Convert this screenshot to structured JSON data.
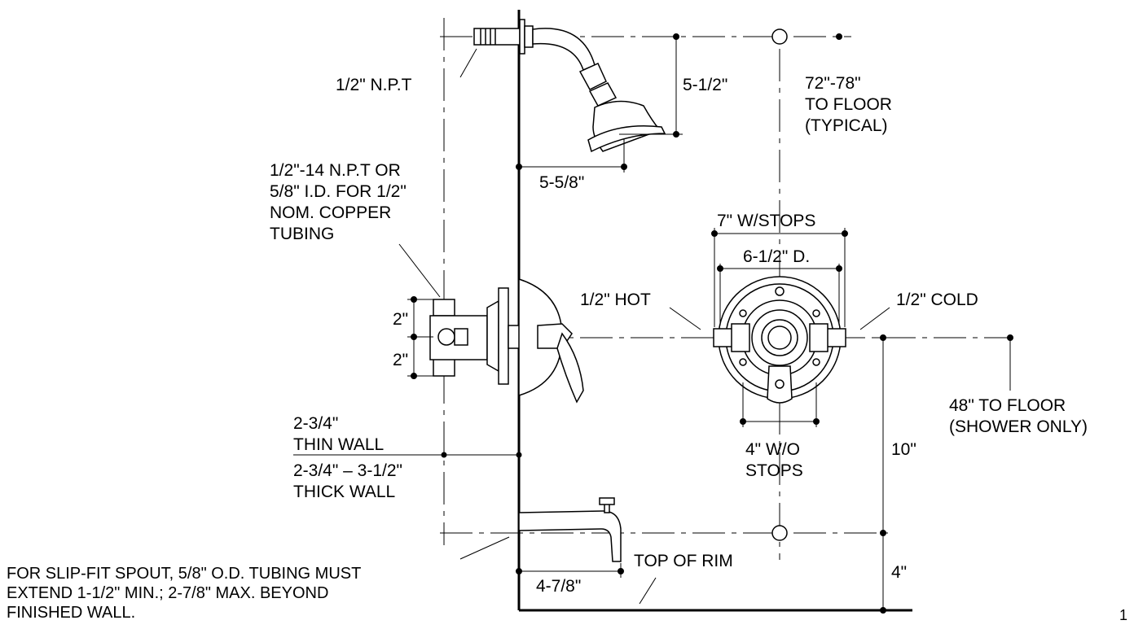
{
  "labels": {
    "npt": "1/2\" N.P.T",
    "head_drop": "5-1/2\"",
    "height_72_78": [
      "72\"-78\"",
      "TO FLOOR",
      "(TYPICAL)"
    ],
    "arm_reach": "5-5/8\"",
    "valve_conn": [
      "1/2\"-14 N.P.T OR",
      "5/8\" I.D. FOR 1/2\"",
      "NOM. COPPER",
      "TUBING"
    ],
    "w_stops": "7\" W/STOPS",
    "escutcheon_d": "6-1/2\" D.",
    "hot": "1/2\" HOT",
    "cold": "1/2\" COLD",
    "two_upper": "2\"",
    "two_lower": "2\"",
    "shower_only": [
      "48\" TO FLOOR",
      "(SHOWER ONLY)"
    ],
    "thin_wall": [
      "2-3/4\"",
      "THIN WALL"
    ],
    "thick_wall": [
      "2-3/4\" – 3-1/2\"",
      "THICK WALL"
    ],
    "wo_stops": [
      "4\" W/O",
      "STOPS"
    ],
    "ten": "10\"",
    "four": "4\"",
    "top_of_rim": "TOP OF RIM",
    "spout_reach": "4-7/8\"",
    "slip_fit_note": [
      "FOR SLIP-FIT SPOUT, 5/8\" O.D. TUBING MUST",
      "EXTEND 1-1/2\" MIN.; 2-7/8\" MAX. BEYOND",
      "FINISHED WALL."
    ],
    "page_number": "1"
  }
}
